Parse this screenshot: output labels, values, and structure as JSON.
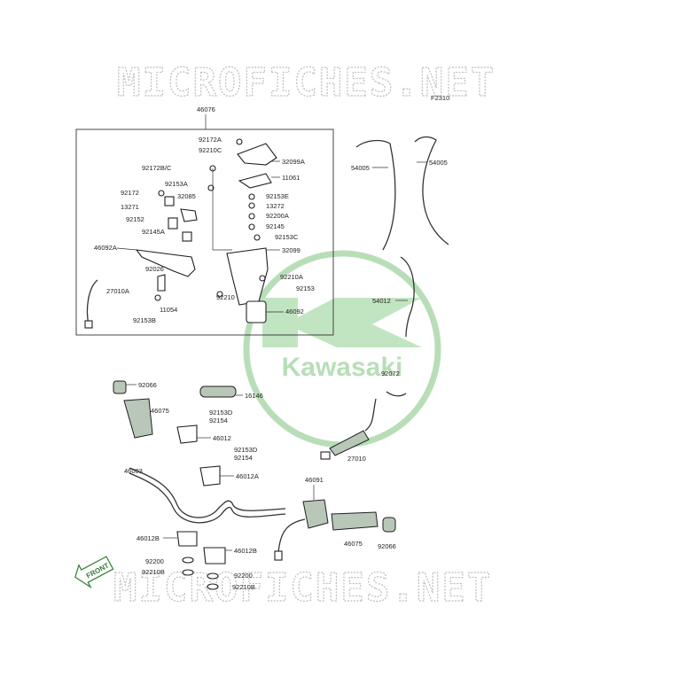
{
  "diagram_code": "F2310",
  "watermark": "MICROFICHES.NET",
  "brand": "Kawasaki",
  "front_label": "FRONT",
  "parts": {
    "p46076": "46076",
    "p92172A": "92172A",
    "p92210C": "92210C",
    "p32099A": "32099A",
    "p92172B_C": "92172B/C",
    "p11061": "11061",
    "p92153A": "92153A",
    "p92153E": "92153E",
    "p92172": "92172",
    "p32085": "32085",
    "p13271": "13271",
    "p13272": "13272",
    "p92200A": "92200A",
    "p92152": "92152",
    "p92145": "92145",
    "p92145A": "92145A",
    "p92153C": "92153C",
    "p46092A": "46092A",
    "p32099": "32099",
    "p92026": "92026",
    "p92210A": "92210A",
    "p27010A": "27010A",
    "p92153": "92153",
    "p92210": "92210",
    "p11054": "11054",
    "p46092": "46092",
    "p92153B": "92153B",
    "p54005a": "54005",
    "p54005b": "54005",
    "p54012": "54012",
    "p92072": "92072",
    "p27010": "27010",
    "p92066a": "92066",
    "p16146": "16146",
    "p46075a": "46075",
    "p92153D_a": "92153D",
    "p92154a": "92154",
    "p46012": "46012",
    "p46003": "46003",
    "p92153D_b": "92153D",
    "p92154b": "92154",
    "p46012A": "46012A",
    "p46091": "46091",
    "p46012B_a": "46012B",
    "p46012B_b": "46012B",
    "p46075b": "46075",
    "p92066b": "92066",
    "p92200a": "92200",
    "p92210B_a": "92210B",
    "p92200b": "92200",
    "p92210B_b": "92210B"
  }
}
